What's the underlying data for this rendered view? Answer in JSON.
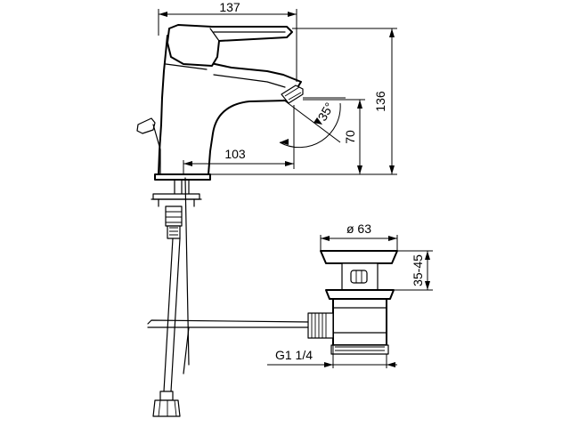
{
  "dimensions": {
    "overall_length": "137",
    "spout_reach": "103",
    "spout_angle": "35°",
    "spout_height": "70",
    "overall_height": "136",
    "drain_diameter": "ø 63",
    "drain_height_range": "35-45",
    "drain_thread": "G1 1/4"
  },
  "colors": {
    "line": "#000000",
    "background": "#ffffff"
  }
}
